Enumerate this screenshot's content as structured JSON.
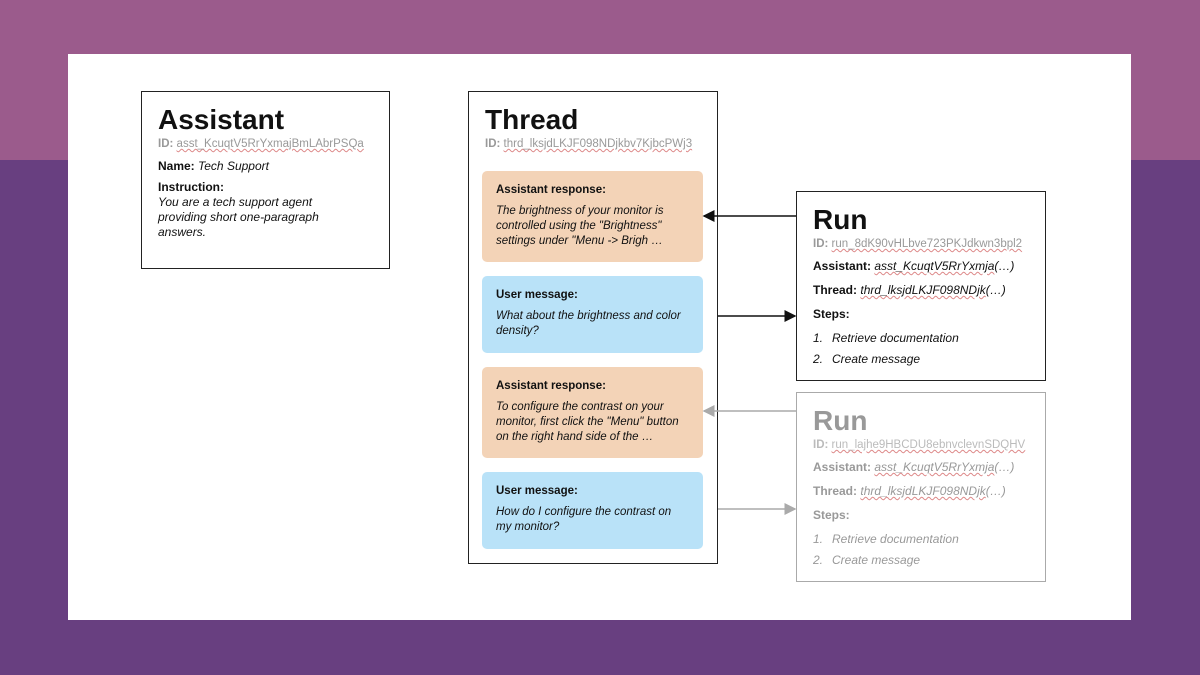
{
  "assistant": {
    "title": "Assistant",
    "id_label": "ID:",
    "id": "asst_KcuqtV5RrYxmajBmLAbrPSQa",
    "name_label": "Name:",
    "name": "Tech Support",
    "instruction_label": "Instruction:",
    "instruction": "You are a tech support agent providing short one-paragraph answers."
  },
  "thread": {
    "title": "Thread",
    "id_label": "ID:",
    "id": "thrd_lksjdLKJF098NDjkbv7KjbcPWj3",
    "messages": [
      {
        "heading": "Assistant response:",
        "text": "The brightness of your monitor is controlled using the \"Brightness\" settings under \"Menu -> Brigh …"
      },
      {
        "heading": "User message:",
        "text": "What about the brightness and color density?"
      },
      {
        "heading": "Assistant response:",
        "text": "To configure the contrast on your monitor, first click the \"Menu\" button on the right hand side of the …"
      },
      {
        "heading": "User message:",
        "text": "How do I configure the contrast on my monitor?"
      }
    ]
  },
  "runs": [
    {
      "title": "Run",
      "id_label": "ID:",
      "id": "run_8dK90vHLbve723PKJdkwn3bpl2",
      "assistant_label": "Assistant:",
      "assistant": "asst_KcuqtV5RrYxmja",
      "thread_label": "Thread:",
      "thread": "thrd_lksjdLKJF098NDjk",
      "ellipsis": "(…)",
      "steps_label": "Steps:",
      "steps": [
        {
          "n": "1.",
          "text": "Retrieve documentation"
        },
        {
          "n": "2.",
          "text": "Create message"
        }
      ]
    },
    {
      "title": "Run",
      "id_label": "ID:",
      "id": "run_lajhe9HBCDU8ebnvclevnSDQHV",
      "assistant_label": "Assistant:",
      "assistant": "asst_KcuqtV5RrYxmja",
      "thread_label": "Thread:",
      "thread": "thrd_lksjdLKJF098NDjk",
      "ellipsis": "(…)",
      "steps_label": "Steps:",
      "steps": [
        {
          "n": "1.",
          "text": "Retrieve documentation"
        },
        {
          "n": "2.",
          "text": "Create message"
        }
      ]
    }
  ],
  "colors": {
    "assistant_msg": "#f3d3b7",
    "user_msg": "#b9e2f8",
    "bg_top": "#9b5b8c",
    "bg_bottom": "#683f80"
  }
}
